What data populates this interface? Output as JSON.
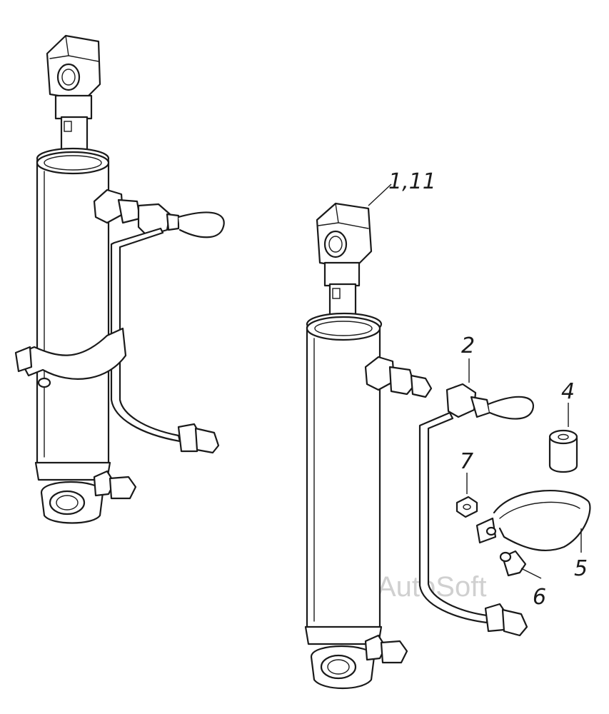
{
  "callouts": [
    {
      "id": "c1",
      "label": "1,11"
    },
    {
      "id": "c2",
      "label": "2"
    },
    {
      "id": "c4",
      "label": "4"
    },
    {
      "id": "c5",
      "label": "5"
    },
    {
      "id": "c6",
      "label": "6"
    },
    {
      "id": "c7",
      "label": "7"
    }
  ],
  "watermark": "AutoSoft"
}
